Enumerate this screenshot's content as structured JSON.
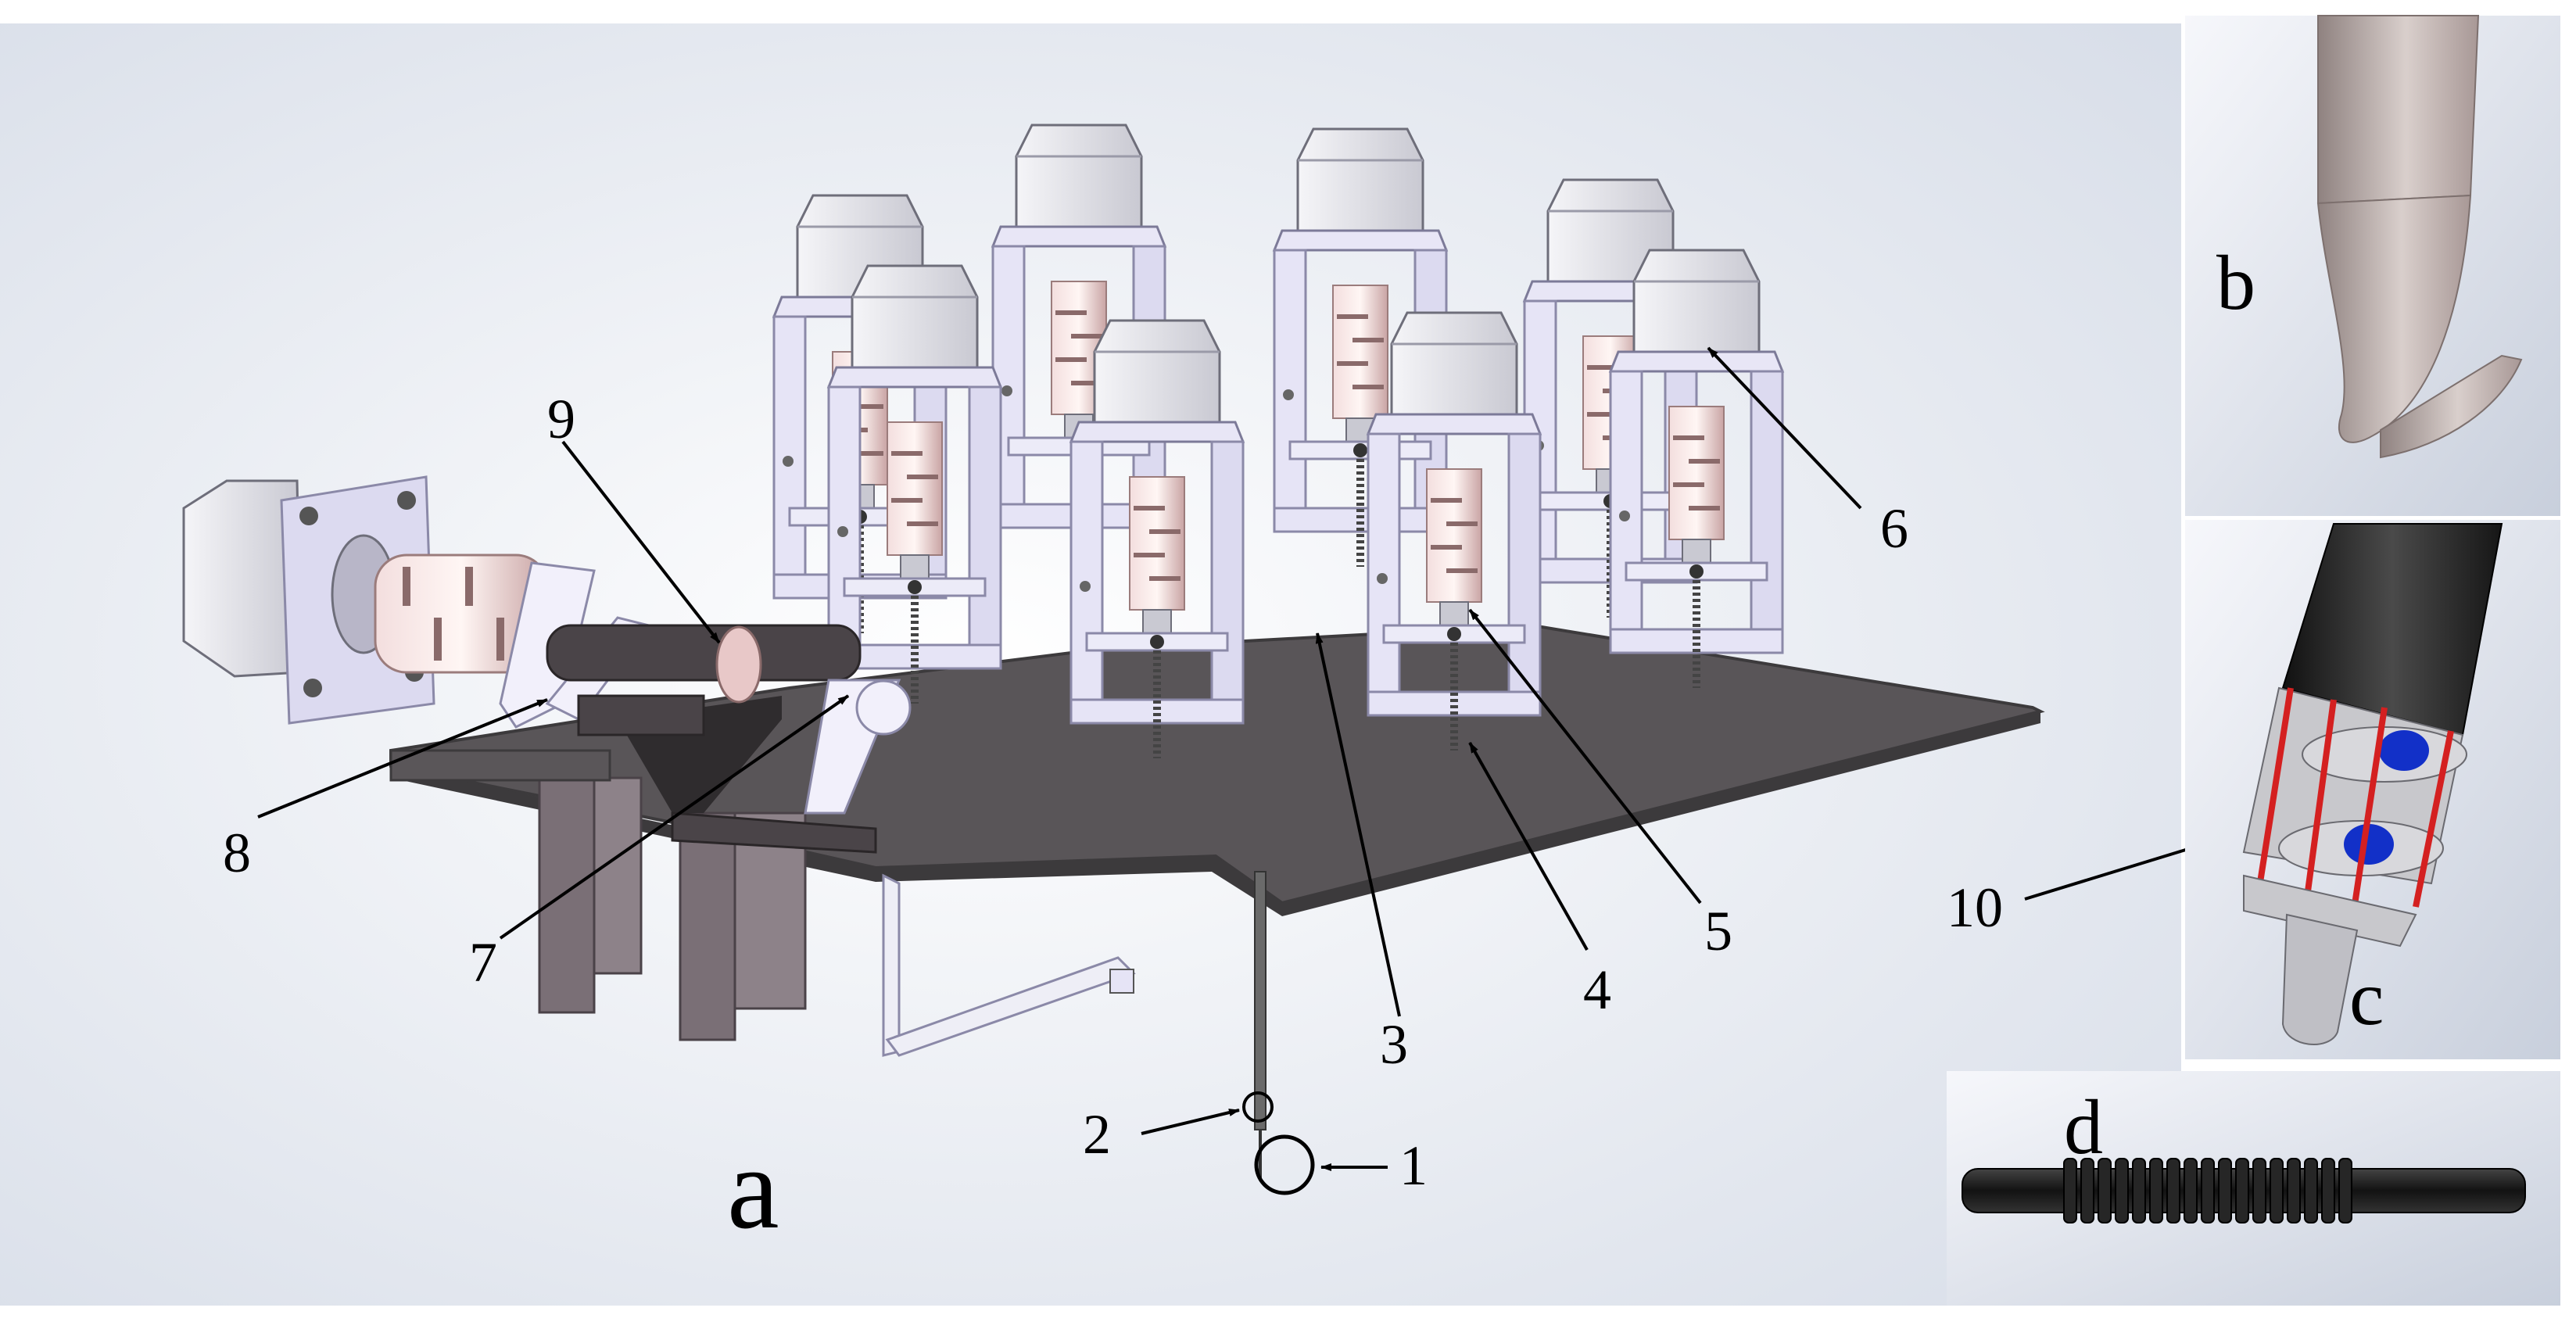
{
  "panels": {
    "a": "a",
    "b": "b",
    "c": "c",
    "d": "d"
  },
  "callouts": [
    "1",
    "2",
    "3",
    "4",
    "5",
    "6",
    "7",
    "8",
    "9",
    "10"
  ],
  "colors": {
    "frame": "#e4e2f4",
    "frame_edge": "#8b89a8",
    "motor": "#e8e8ec",
    "coupler": "#e8c8c8",
    "plate": "#5a5659",
    "plate_edge": "#3c3a3c",
    "legs": "#7a6f76",
    "tool_tip": "#b3a5a3",
    "tube": "#262626",
    "accent_red": "#d42020",
    "accent_blue": "#1230c8"
  }
}
